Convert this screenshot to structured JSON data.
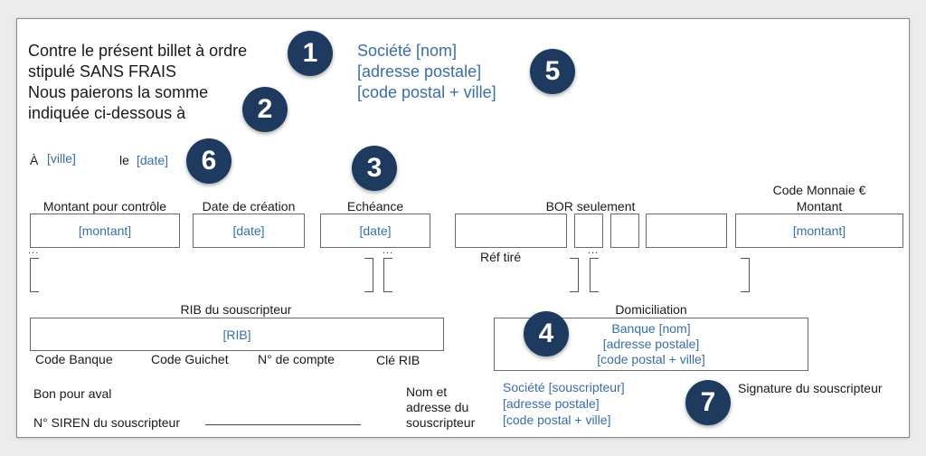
{
  "intro": {
    "line1": "Contre le présent billet à ordre",
    "line2": "stipulé SANS FRAIS",
    "line3": "Nous paierons la somme",
    "line4": "indiquée ci-dessous à"
  },
  "beneficiary": {
    "line1": "Société [nom]",
    "line2": "[adresse postale]",
    "line3": "[code postal + ville]"
  },
  "place_date": {
    "a_label": "À",
    "ville": "[ville]",
    "le_label": "le",
    "date": "[date]"
  },
  "fields": {
    "montant_controle_label": "Montant pour contrôle",
    "montant_controle_value": "[montant]",
    "date_creation_label": "Date de création",
    "date_creation_value": "[date]",
    "echeance_label": "Echéance",
    "echeance_value": "[date]",
    "bor_label": "BOR seulement",
    "code_monnaie_label": "Code Monnaie €",
    "montant_label": "Montant",
    "montant_value": "[montant]",
    "ref_tire_label": "Réf tiré",
    "dots": "..."
  },
  "rib": {
    "label": "RIB du souscripteur",
    "value": "[RIB]",
    "code_banque": "Code Banque",
    "code_guichet": "Code Guichet",
    "num_compte": "N° de compte",
    "cle_rib": "Clé RIB"
  },
  "domiciliation": {
    "label": "Domiciliation",
    "line1": "Banque [nom]",
    "line2": "[adresse postale]",
    "line3": "[code postal + ville]"
  },
  "bottom": {
    "bon_pour_aval": "Bon pour aval",
    "siren_label": "N° SIREN du souscripteur",
    "nom_adresse_1": "Nom et",
    "nom_adresse_2": "adresse du",
    "nom_adresse_3": "souscripteur",
    "souscripteur_line1": "Société [souscripteur]",
    "souscripteur_line2": "[adresse postale]",
    "souscripteur_line3": "[code postal + ville]",
    "signature_label": "Signature du souscripteur"
  },
  "badges": [
    "1",
    "2",
    "3",
    "4",
    "5",
    "6",
    "7"
  ]
}
